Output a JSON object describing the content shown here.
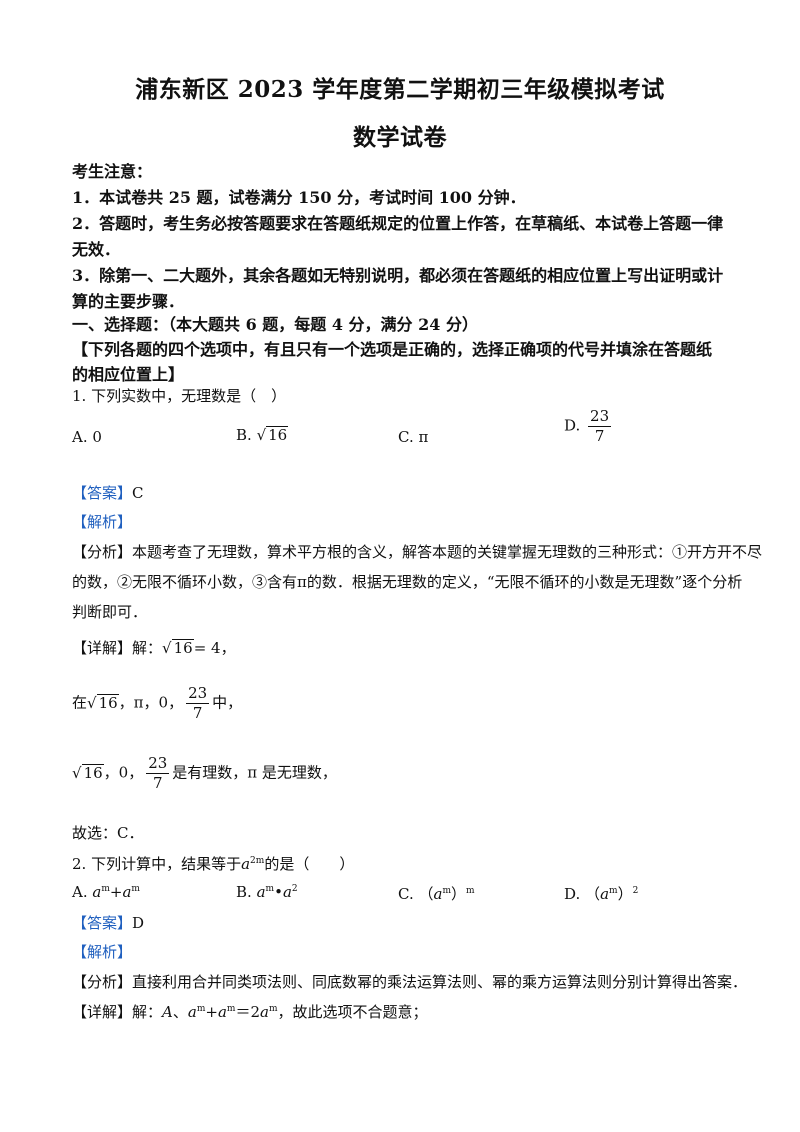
{
  "header": {
    "title": "浦东新区 2023 学年度第二学期初三年级模拟考试",
    "subtitle": "数学试卷"
  },
  "notice": {
    "heading": "考生注意：",
    "items": [
      "1．本试卷共 25 题，试卷满分 150 分，考试时间 100 分钟．",
      "2．答题时，考生务必按答题要求在答题纸规定的位置上作答，在草稿纸、本试卷上答题一律",
      "无效．",
      "3．除第一、二大题外，其余各题如无特别说明，都必须在答题纸的相应位置上写出证明或计",
      "算的主要步骤．"
    ]
  },
  "section1": {
    "heading": "一、选择题：（本大题共 6 题，每题 4 分，满分 24 分）",
    "instruction_line1": "【下列各题的四个选项中，有且只有一个选项是正确的，选择正确项的代号并填涂在答题纸",
    "instruction_line2": "的相应位置上】"
  },
  "q1": {
    "stem": "1. 下列实数中，无理数是（　）",
    "optA_label": "A.",
    "optA_value": "0",
    "optB_label": "B.",
    "optB_radicand": "16",
    "optC_label": "C.",
    "optC_value": "π",
    "optD_label": "D.",
    "optD_num": "23",
    "optD_den": "7",
    "answer_tag": "【答案】",
    "answer": "C",
    "analysis_tag": "【解析】",
    "fenxi_tag": "【分析】",
    "fenxi_1a": "本题考查了无理数，算术平方根的含义，解答本题的关键掌握无理数的三种形式：①开方开不尽",
    "fenxi_2a": "的数，②无限不循环小数，③含有",
    "fenxi_pi": "π",
    "fenxi_2b": "的数．根据无理数的定义，“无限不循环的小数是无理数”逐个分析",
    "fenxi_3": "判断即可．",
    "detail_tag": "【详解】",
    "detail_1a": "解：",
    "detail_1_radicand": "16",
    "detail_1b": "= 4",
    "detail_1c": "，",
    "detail_2a": "在",
    "detail_2_radicand": "16",
    "detail_2b": "，π，0，",
    "detail_2_num": "23",
    "detail_2_den": "7",
    "detail_2c": "中，",
    "detail_3_radicand": "16",
    "detail_3a": "，0，",
    "detail_3_num": "23",
    "detail_3_den": "7",
    "detail_3b": "是有理数，π 是无理数，",
    "conclusion": "故选：C．"
  },
  "q2": {
    "stem_a": "2. 下列计算中，结果等于",
    "stem_base": "a",
    "stem_exp": "2m",
    "stem_b": "的是（　　）",
    "optA_label": "A.",
    "optA_a1": "a",
    "optA_e1": "m",
    "optA_op": "+",
    "optA_a2": "a",
    "optA_e2": "m",
    "optB_label": "B.",
    "optB_a1": "a",
    "optB_e1": "m",
    "optB_op": "•",
    "optB_a2": "a",
    "optB_e2": "2",
    "optC_label": "C.",
    "optC_open": "（",
    "optC_a": "a",
    "optC_e": "m",
    "optC_close": "）",
    "optC_outer": "m",
    "optD_label": "D.",
    "optD_open": "（",
    "optD_a": "a",
    "optD_e": "m",
    "optD_close": "）",
    "optD_outer": "2",
    "answer_tag": "【答案】",
    "answer": "D",
    "analysis_tag": "【解析】",
    "fenxi_tag": "【分析】",
    "fenxi": "直接利用合并同类项法则、同底数幂的乘法运算法则、幂的乘方运算法则分别计算得出答案．",
    "detail_tag": "【详解】",
    "detail_a": "解：",
    "detail_A": "A",
    "detail_sep": "、",
    "detail_a1": "a",
    "detail_e1": "m",
    "detail_plus": "+",
    "detail_a2": "a",
    "detail_e2": "m",
    "detail_eq": "＝2",
    "detail_a3": "a",
    "detail_e3": "m",
    "detail_b": "，故此选项不合题意；"
  }
}
